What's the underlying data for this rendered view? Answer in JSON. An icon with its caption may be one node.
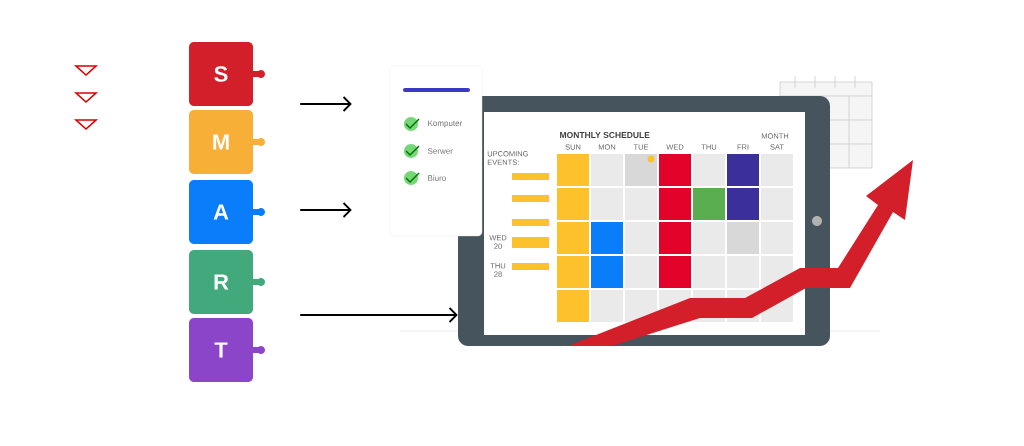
{
  "diagram": {
    "nodes": [
      {
        "text": [
          "S"
        ]
      },
      {
        "text": [
          "M"
        ]
      },
      {
        "text": [
          "A"
        ]
      },
      {
        "text": [
          "R"
        ]
      },
      {
        "text": [
          "T"
        ]
      },
      {
        "text": [
          "Komputer",
          "Serwer",
          "Biuro"
        ]
      },
      {
        "text": [
          "MONTHLY SCHEDULE",
          "MONTH",
          "SUN",
          "MON",
          "TUE",
          "WED",
          "THU",
          "FRI",
          "SAT",
          "UPCOMING EVENTS:",
          "WED 20",
          "THU 28"
        ]
      }
    ],
    "edges": [
      {
        "from": 0,
        "to": 5,
        "arrow": "to"
      },
      {
        "from": 2,
        "to": 5,
        "arrow": "to"
      },
      {
        "from": 3,
        "to": 6,
        "arrow": "to"
      }
    ]
  }
}
